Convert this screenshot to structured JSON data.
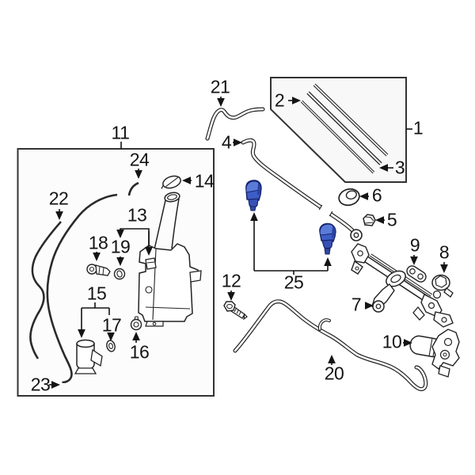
{
  "diagram": {
    "kind": "exploded-parts-diagram",
    "subject": "windshield wiper and washer system",
    "background": "#ffffff",
    "line_color": "#222222",
    "highlight_color": "#3d5cc5",
    "highlighted_part_number": "25",
    "callouts": [
      {
        "label": "1"
      },
      {
        "label": "2"
      },
      {
        "label": "3"
      },
      {
        "label": "4"
      },
      {
        "label": "5"
      },
      {
        "label": "6"
      },
      {
        "label": "7"
      },
      {
        "label": "8"
      },
      {
        "label": "9"
      },
      {
        "label": "10"
      },
      {
        "label": "11"
      },
      {
        "label": "12"
      },
      {
        "label": "13"
      },
      {
        "label": "14"
      },
      {
        "label": "15"
      },
      {
        "label": "16"
      },
      {
        "label": "17"
      },
      {
        "label": "18"
      },
      {
        "label": "19"
      },
      {
        "label": "20"
      },
      {
        "label": "21"
      },
      {
        "label": "22"
      },
      {
        "label": "23"
      },
      {
        "label": "24"
      },
      {
        "label": "25"
      }
    ]
  }
}
